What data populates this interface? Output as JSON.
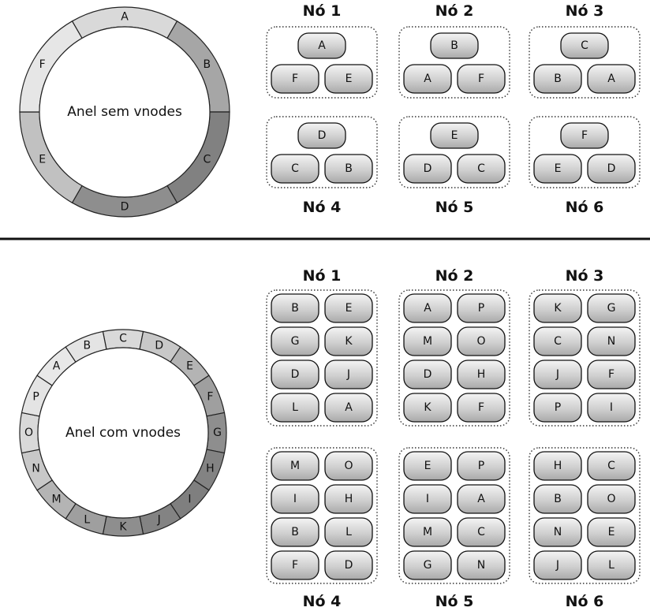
{
  "top": {
    "ring_caption": "Anel sem vnodes",
    "ring_labels": [
      "A",
      "B",
      "C",
      "D",
      "E",
      "F"
    ],
    "nodes": [
      {
        "title": "Nó 1",
        "top_item": "A",
        "bottom_items": [
          "F",
          "E"
        ]
      },
      {
        "title": "Nó 2",
        "top_item": "B",
        "bottom_items": [
          "A",
          "F"
        ]
      },
      {
        "title": "Nó 3",
        "top_item": "C",
        "bottom_items": [
          "B",
          "A"
        ]
      },
      {
        "title": "Nó 4",
        "top_item": "D",
        "bottom_items": [
          "C",
          "B"
        ]
      },
      {
        "title": "Nó 5",
        "top_item": "E",
        "bottom_items": [
          "D",
          "C"
        ]
      },
      {
        "title": "Nó 6",
        "top_item": "F",
        "bottom_items": [
          "E",
          "D"
        ]
      }
    ]
  },
  "bottom": {
    "ring_caption": "Anel com vnodes",
    "ring_labels": [
      "C",
      "D",
      "E",
      "F",
      "G",
      "H",
      "I",
      "J",
      "K",
      "L",
      "M",
      "N",
      "O",
      "P",
      "A",
      "B"
    ],
    "nodes": [
      {
        "title": "Nó 1",
        "items": [
          "B",
          "E",
          "G",
          "K",
          "D",
          "J",
          "L",
          "A"
        ]
      },
      {
        "title": "Nó 2",
        "items": [
          "A",
          "P",
          "M",
          "O",
          "D",
          "H",
          "K",
          "F"
        ]
      },
      {
        "title": "Nó 3",
        "items": [
          "K",
          "G",
          "C",
          "N",
          "J",
          "F",
          "P",
          "I"
        ]
      },
      {
        "title": "Nó 4",
        "items": [
          "M",
          "O",
          "I",
          "H",
          "B",
          "L",
          "F",
          "D"
        ]
      },
      {
        "title": "Nó 5",
        "items": [
          "E",
          "P",
          "I",
          "A",
          "M",
          "C",
          "G",
          "N"
        ]
      },
      {
        "title": "Nó 6",
        "items": [
          "H",
          "C",
          "B",
          "O",
          "N",
          "E",
          "J",
          "L"
        ]
      }
    ]
  }
}
